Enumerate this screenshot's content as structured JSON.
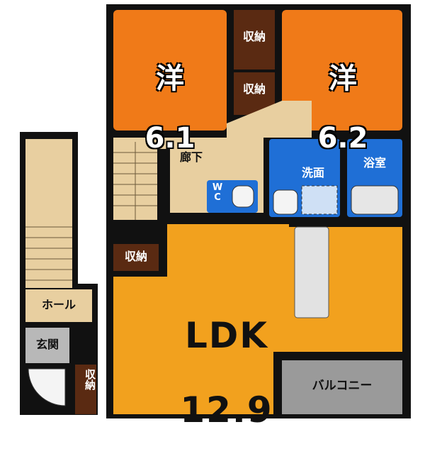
{
  "rooms": {
    "western_1": {
      "kanji": "洋",
      "size": "6.1"
    },
    "western_2": {
      "kanji": "洋",
      "size": "6.2"
    },
    "storage_top": "収納",
    "storage_mid": "収納",
    "storage_ldk": "収納",
    "storage_entry": "収納",
    "hallway": "廊下",
    "wc": "WC",
    "washroom": "洗面",
    "bathroom": "浴室",
    "ldk": {
      "name": "LDK",
      "size": "12.9"
    },
    "hall": "ホール",
    "entrance": "玄関",
    "balcony": "バルコニー"
  },
  "colors": {
    "western": "#f07a18",
    "ldk": "#f2a11e",
    "storage": "#5a2a12",
    "wet": "#1f6fd6",
    "hallway": "#e8cfa0",
    "entrance": "#b8b8b8",
    "balcony": "#9a9a9a",
    "wall": "#111111"
  }
}
